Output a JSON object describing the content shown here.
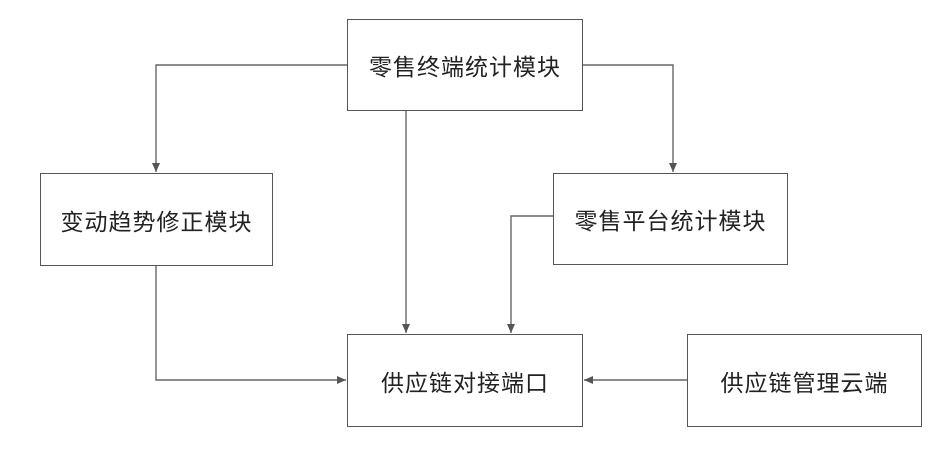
{
  "nodes": {
    "retail_terminal": "零售终端统计模块",
    "trend_correction": "变动趋势修正模块",
    "retail_platform": "零售平台统计模块",
    "supply_chain_port": "供应链对接端口",
    "supply_chain_cloud": "供应链管理云端"
  },
  "edges": [
    {
      "from": "retail_terminal",
      "to": "trend_correction"
    },
    {
      "from": "retail_terminal",
      "to": "supply_chain_port"
    },
    {
      "from": "retail_terminal",
      "to": "retail_platform"
    },
    {
      "from": "retail_platform",
      "to": "supply_chain_port"
    },
    {
      "from": "trend_correction",
      "to": "supply_chain_port"
    },
    {
      "from": "supply_chain_cloud",
      "to": "supply_chain_port"
    }
  ]
}
